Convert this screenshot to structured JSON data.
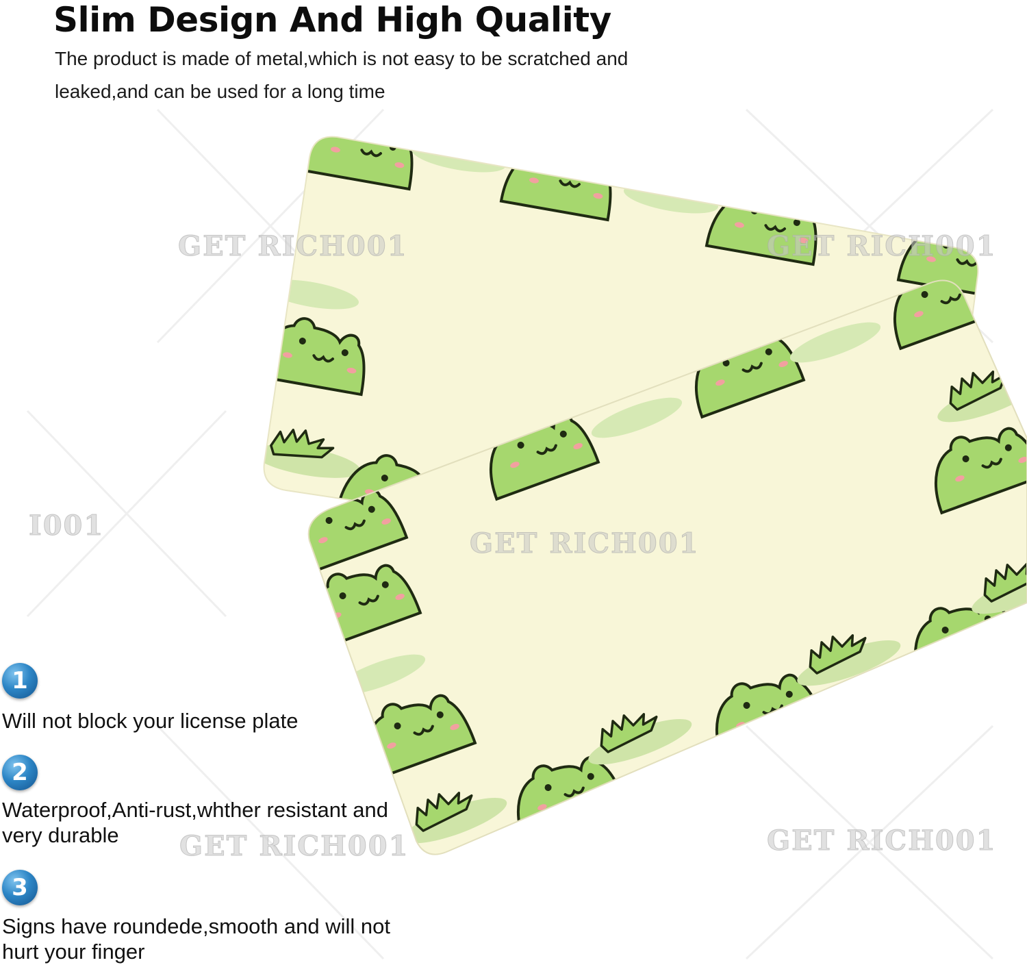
{
  "header": {
    "title": "Slim Design And High Quality",
    "description": "The product is made of metal,which is not easy to be scratched and leaked,and can be used for a long time"
  },
  "features": [
    {
      "number": "1",
      "text": "Will not block your license plate"
    },
    {
      "number": "2",
      "text": "Waterproof,Anti-rust,whther resistant and very durable"
    },
    {
      "number": "3",
      "text": "Signs have roundede,smooth and will not hurt your finger"
    }
  ],
  "watermarks": {
    "main": "GET RICH001",
    "partial": "I001"
  },
  "product": {
    "name": "frog-pattern license plate frames",
    "frame_color": "#f8f6d8",
    "frog_color": "#a6d76e",
    "frog_outline": "#1f2a12",
    "lilypad_color": "#cfe4a8"
  }
}
